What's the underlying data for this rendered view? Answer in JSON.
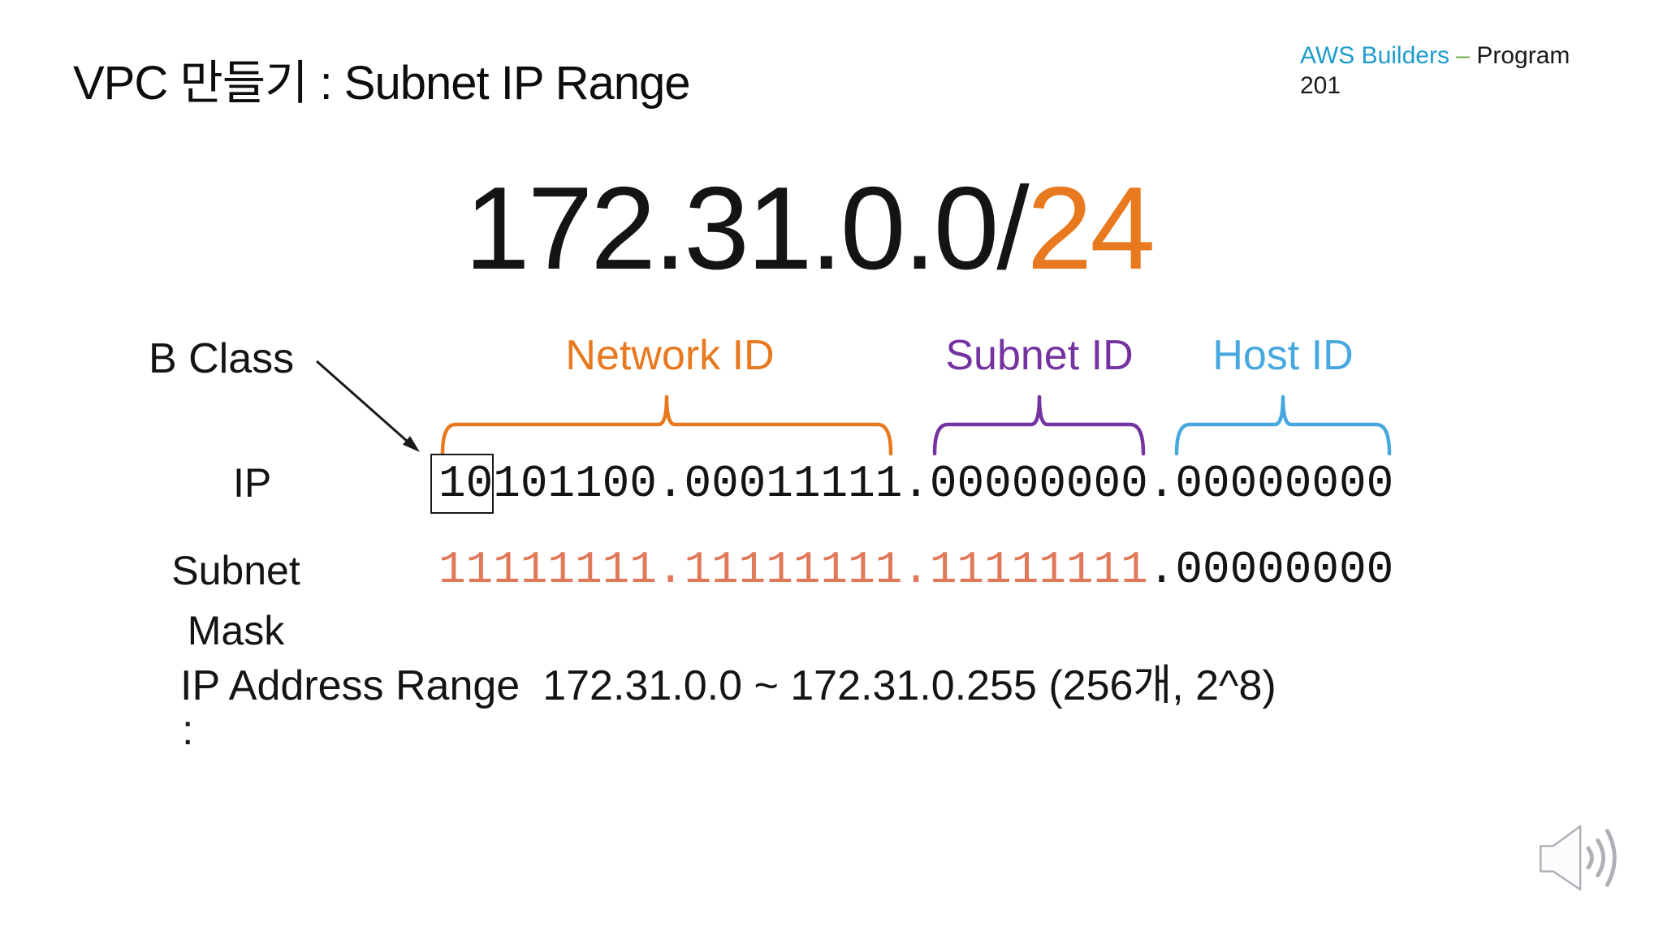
{
  "slide": {
    "title": "VPC 만들기 : Subnet IP Range",
    "header_right": {
      "brand": "AWS Builders",
      "separator": "–",
      "program_word": "Program",
      "program_number": "201"
    },
    "cidr": {
      "base": "172.31.0.0/",
      "prefix_len": "24"
    },
    "class_label": "B Class",
    "sections": [
      {
        "label": "Network ID",
        "color": "#e8791e"
      },
      {
        "label": "Subnet ID",
        "color": "#7433a0"
      },
      {
        "label": "Host ID",
        "color": "#47a8e0"
      }
    ],
    "ip_row": {
      "label": "IP",
      "class_bits": "10",
      "bits_rest": "101100.00011111.00000000.00000000"
    },
    "mask_row": {
      "label_line1": "Subnet",
      "label_line2": "Mask",
      "network_bits": "11111111.11111111.11111111",
      "host_bits": ".00000000"
    },
    "range_row": {
      "label": "IP Address Range",
      "value": "172.31.0.0 ~ 172.31.0.255 (256개, 2^8)",
      "colon": ":"
    },
    "icons": {
      "speaker": "audio-speaker-icon"
    },
    "colors": {
      "text": "#141414",
      "accent_orange": "#e8791e",
      "accent_purple": "#7433a0",
      "accent_blue": "#47a8e0",
      "mask_salmon": "#e0785a",
      "brand_blue": "#1f9bce",
      "brand_green": "#70ad47",
      "speaker_gray": "#b2aeb6"
    }
  }
}
